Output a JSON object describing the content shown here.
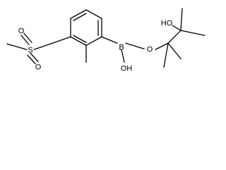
{
  "molecule": {
    "atoms": {
      "sulfur": "S",
      "sulfonyl_oxygen_top": "O",
      "sulfonyl_oxygen_bottom": "O",
      "boron": "B",
      "ester_oxygen": "O",
      "boron_hydroxyl": "OH",
      "pinacol_hydroxyl": "HO"
    },
    "colors": {
      "bond": "#000000",
      "label": "#000000",
      "background": "#ffffff"
    }
  }
}
